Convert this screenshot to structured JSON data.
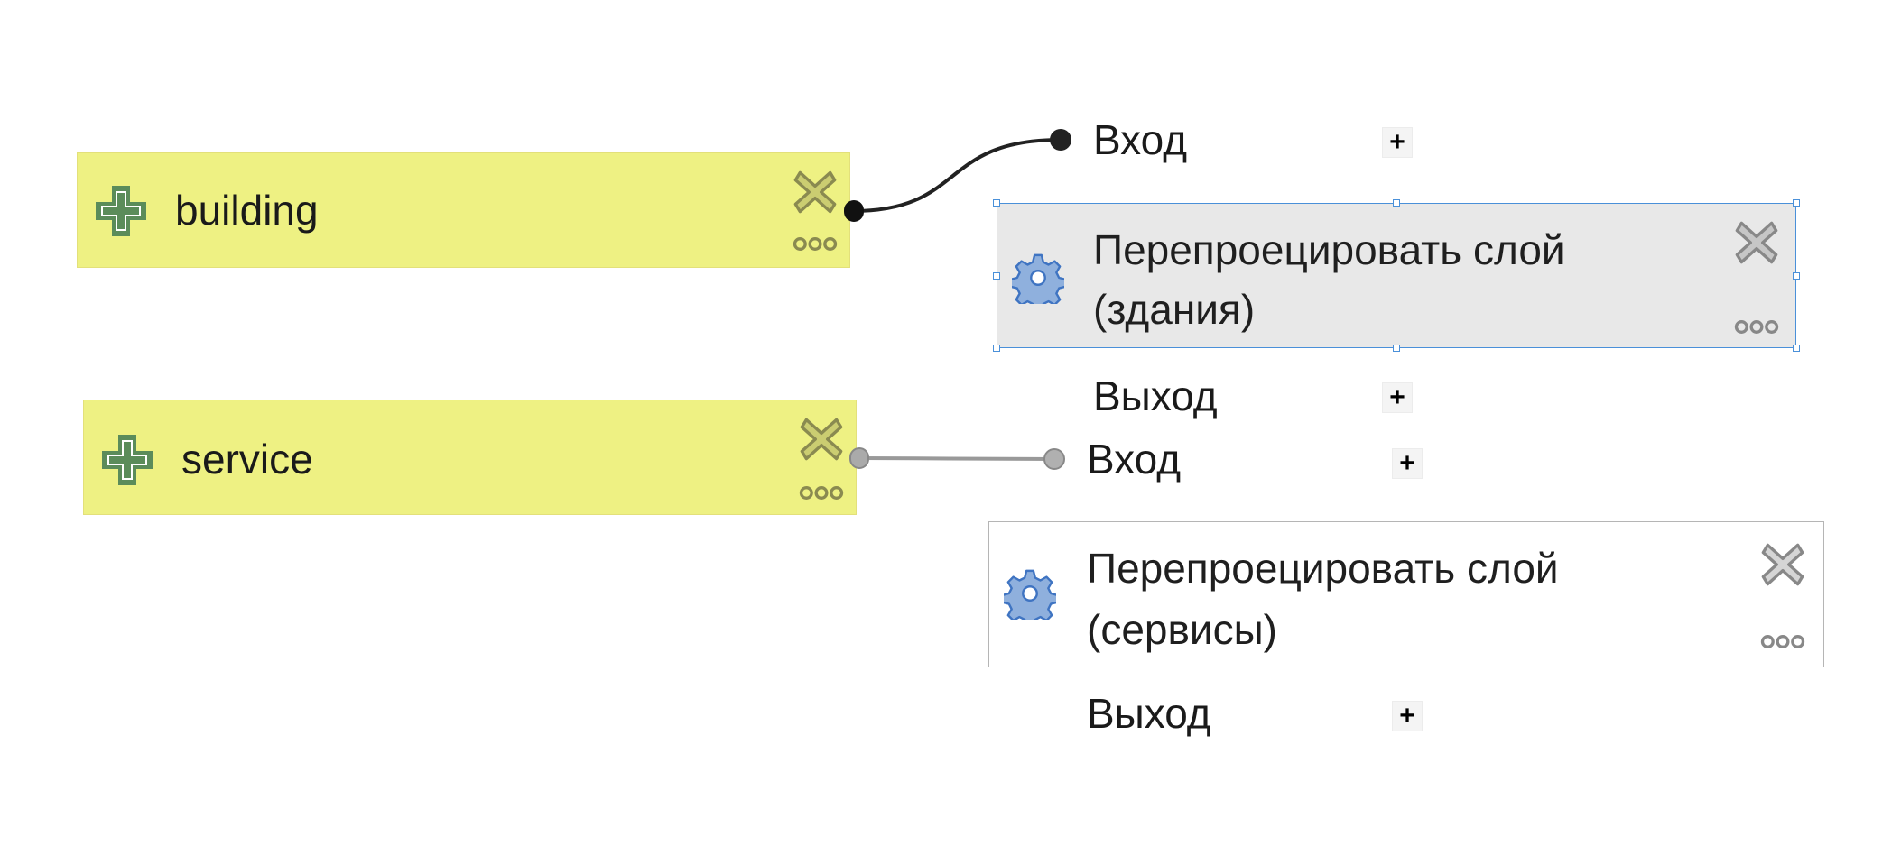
{
  "inputs": [
    {
      "label": "building"
    },
    {
      "label": "service"
    }
  ],
  "algorithms": [
    {
      "title_line1": "Перепроецировать слой",
      "title_line2": "(здания)",
      "input_label": "Вход",
      "output_label": "Выход",
      "selected": true
    },
    {
      "title_line1": "Перепроецировать слой",
      "title_line2": "(сервисы)",
      "input_label": "Вход",
      "output_label": "Выход",
      "selected": false
    }
  ],
  "icons": {
    "input": "green-plus-icon",
    "algorithm": "gear-icon",
    "remove": "close-x-icon",
    "more": "more-dots-icon",
    "expand": "plus-icon"
  },
  "colors": {
    "input_fill": "#eef183",
    "selected_fill": "#e8e8e8",
    "selection_border": "#4a90d9",
    "plus_icon_green": "#5b8c5a",
    "gear_blue": "#8fb0dd"
  }
}
